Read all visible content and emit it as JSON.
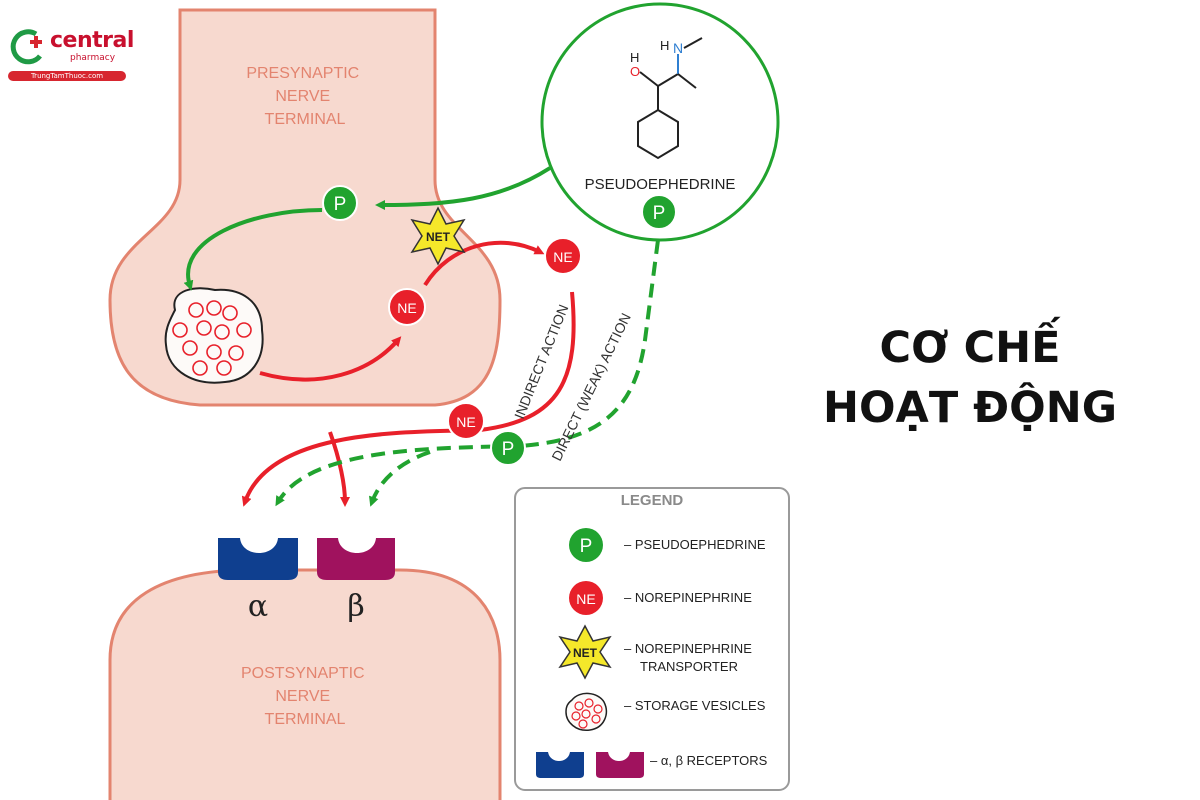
{
  "brand": {
    "name": "central",
    "sub": "pharmacy",
    "website": "TrungTamThuoc.com"
  },
  "heading": {
    "line1": "CƠ CHẾ",
    "line2": "HOẠT ĐỘNG"
  },
  "diagram": {
    "presynaptic_label": [
      "PRESYNAPTIC",
      "NERVE",
      "TERMINAL"
    ],
    "postsynaptic_label": [
      "POSTSYNAPTIC",
      "NERVE",
      "TERMINAL"
    ],
    "pseudoephedrine_label": "PSEUDOEPHEDRINE",
    "molecule": {
      "nh_label": "H",
      "n_label": "N",
      "o_label": "O",
      "h_label": "H"
    },
    "p_token": "P",
    "ne_token": "NE",
    "net_token": "NET",
    "indirect_action": "INDIRECT ACTION",
    "direct_action": "DIRECT (WEAK) ACTION",
    "alpha": "α",
    "beta": "β"
  },
  "legend": {
    "title": "LEGEND",
    "items": [
      {
        "symbol": "P",
        "text": "– PSEUDOEPHEDRINE"
      },
      {
        "symbol": "NE",
        "text": "– NOREPINEPHRINE"
      },
      {
        "symbol": "NET",
        "text": "– NOREPINEPHRINE",
        "text2": "TRANSPORTER"
      },
      {
        "symbol": "vesicles",
        "text": "– STORAGE VESICLES"
      },
      {
        "symbol": "receptors",
        "text": "– α, β RECEPTORS"
      }
    ]
  },
  "colors": {
    "membrane": "#f7d9cf",
    "membrane_stroke": "#e3846f",
    "green": "#21a32f",
    "red": "#e8202a",
    "net_yellow": "#f5e82a",
    "alpha_receptor": "#0f3f8f",
    "beta_receptor": "#a0125e"
  }
}
